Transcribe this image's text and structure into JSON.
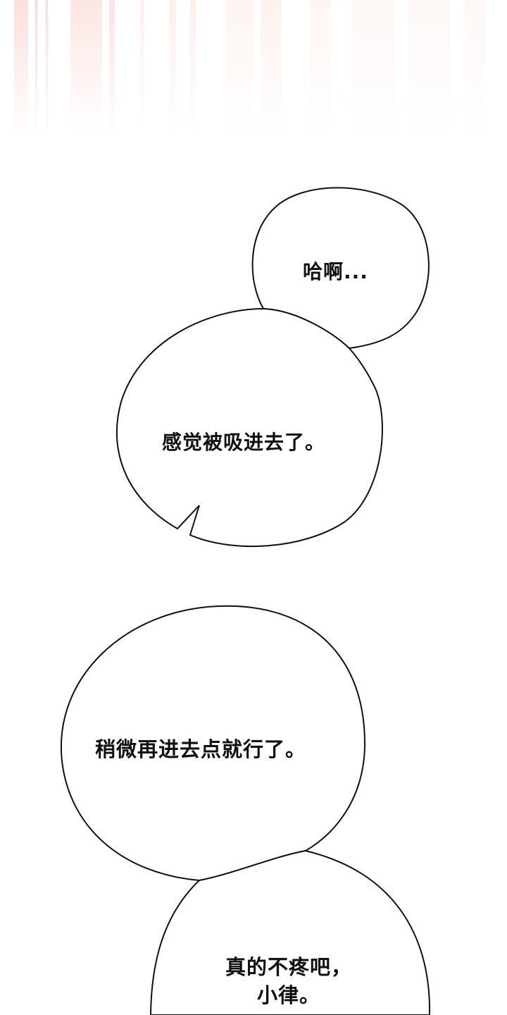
{
  "panel": {
    "background": "#ffffff",
    "top_wash_color": "#f6c9c4"
  },
  "bubbles": [
    {
      "id": "bubble-1",
      "text": "哈啊..."
    },
    {
      "id": "bubble-2",
      "text": "感觉被吸进去了。"
    },
    {
      "id": "bubble-3",
      "text": "稍微再进去点就行了。"
    },
    {
      "id": "bubble-4",
      "lines": [
        "真的不疼吧，",
        "小律。"
      ]
    }
  ]
}
